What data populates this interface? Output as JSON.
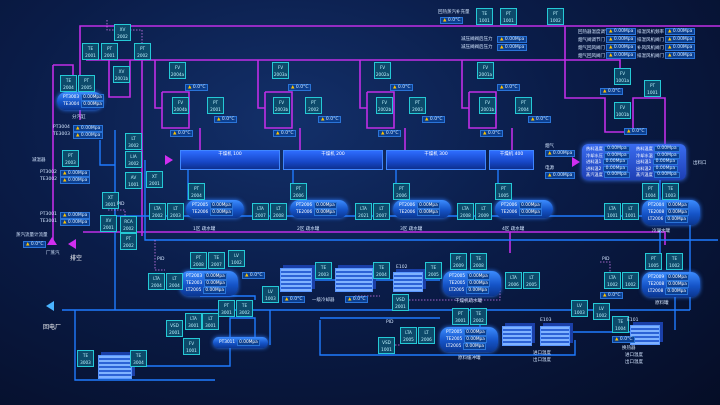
{
  "labels": {
    "steam_makeup": "回热蒸汽补充量",
    "reducer_p1": "减压阀阀后压力",
    "reducer_p2": "减压阀阀后压力",
    "desuperheater": "减温器",
    "header": "分汽缸",
    "steam_flow": "蒸汽流量计流量",
    "plant_steam": "厂蒸汽",
    "vent": "排空",
    "return_plant": "回电厂",
    "flue": "烟气",
    "power": "电源",
    "outlet": "出料口",
    "pid1": "PID",
    "pid2": "PID",
    "pid3": "PID",
    "pid4": "PID",
    "e102": "E102",
    "e103": "E103",
    "e101": "E101",
    "inlet_temp1": "进口温度",
    "outlet_temp1": "出口温度",
    "inlet_temp2": "进口温度",
    "outlet_temp2": "出口温度",
    "tank1": "1区 疏水罐",
    "tank2": "2区 疏水罐",
    "tank3": "3区 疏水罐",
    "tank4": "4区 疏水罐",
    "cond_tank": "冷凝水罐",
    "cooler_label": "一级冷却器",
    "dryer_drain": "干燥机疏水罐",
    "raw_buffer": "原料缓冲罐",
    "raw_tank": "原料罐",
    "e101_sub": "换热器"
  },
  "dryers": [
    "干燥机 100",
    "干燥机 200",
    "干燥机 300",
    "干燥机 400"
  ],
  "top_params": [
    {
      "name": "回热器温度调节",
      "value": "0.00Mpa"
    },
    {
      "name": "烟气阀调节门",
      "value": "0.00Mpa"
    },
    {
      "name": "烟气回风阀门",
      "value": "0.00Mpa"
    },
    {
      "name": "烟气回风阀门",
      "value": "0.00Mpa"
    },
    {
      "name": "排湿风机频率",
      "value": "0.00Mpa"
    },
    {
      "name": "排湿风机阀门",
      "value": "0.00Mpa"
    },
    {
      "name": "补风风机阀门",
      "value": "0.00Mpa"
    },
    {
      "name": "排湿风机阀门",
      "value": "0.00Mpa"
    }
  ],
  "hx_rows": [
    {
      "name": "热料温度",
      "value": "0.00Mpa"
    },
    {
      "name": "冷却水压",
      "value": "0.00Mpa"
    },
    {
      "name": "进料温1",
      "value": "0.00Mpa"
    },
    {
      "name": "进料温2",
      "value": "0.00Mpa"
    },
    {
      "name": "蒸汽温度",
      "value": "0.00Mpa"
    },
    {
      "name": "热料温度",
      "value": "0.00Mpa"
    },
    {
      "name": "冷却水温",
      "value": "0.00Mpa"
    },
    {
      "name": "出料温1",
      "value": "0.00Mpa"
    },
    {
      "name": "出料温2",
      "value": "0.00Mpa"
    },
    {
      "name": "蒸汽温度",
      "value": "0.00Mpa"
    }
  ],
  "tags": [
    [
      "TE",
      "2001"
    ],
    [
      "PT",
      "2001"
    ],
    [
      "XV",
      "2002"
    ],
    [
      "PT",
      "2002"
    ],
    [
      "XV",
      "2001b"
    ],
    [
      "TE",
      "2004"
    ],
    [
      "PT",
      "2005"
    ],
    [
      "TE",
      "1001"
    ],
    [
      "PT",
      "1001"
    ],
    [
      "PT",
      "1002"
    ],
    [
      "FV",
      "2004a"
    ],
    [
      "FV",
      "2004b"
    ],
    [
      "PT",
      "2001"
    ],
    [
      "FV",
      "2003a"
    ],
    [
      "FV",
      "2003b"
    ],
    [
      "PT",
      "2002"
    ],
    [
      "FV",
      "2002a"
    ],
    [
      "FV",
      "2002b"
    ],
    [
      "PT",
      "2003"
    ],
    [
      "FV",
      "2001a"
    ],
    [
      "FV",
      "2001b"
    ],
    [
      "PT",
      "2004"
    ],
    [
      "FV",
      "1001a"
    ],
    [
      "FV",
      "1001b"
    ],
    [
      "PT",
      "1001"
    ],
    [
      "LT",
      "3002"
    ],
    [
      "LIA",
      "3002"
    ],
    [
      "XT",
      "2001"
    ],
    [
      "XT",
      "3001"
    ],
    [
      "XV",
      "2001"
    ],
    [
      "AV",
      "1001"
    ],
    [
      "RCA",
      "2002"
    ],
    [
      "PT",
      "2002"
    ],
    [
      "PT",
      "2003"
    ],
    [
      "PT",
      "2004"
    ],
    [
      "LTA",
      "2002"
    ],
    [
      "LT",
      "2003"
    ],
    [
      "PT",
      "2006"
    ],
    [
      "LTA",
      "2007"
    ],
    [
      "LT",
      "2008"
    ],
    [
      "PT",
      "2006"
    ],
    [
      "LTA",
      "2021"
    ],
    [
      "LT",
      "2007"
    ],
    [
      "PT",
      "1005"
    ],
    [
      "LTA",
      "2008"
    ],
    [
      "LT",
      "2009"
    ],
    [
      "LTA",
      "1001"
    ],
    [
      "LT",
      "1001"
    ],
    [
      "PT",
      "1004"
    ],
    [
      "TE",
      "1003"
    ],
    [
      "PT",
      "2008"
    ],
    [
      "TE",
      "2007"
    ],
    [
      "LV",
      "1002"
    ],
    [
      "LTA",
      "2004"
    ],
    [
      "LT",
      "2004"
    ],
    [
      "LV",
      "1003"
    ],
    [
      "TE",
      "2003"
    ],
    [
      "TE",
      "2004"
    ],
    [
      "TE",
      "2005"
    ],
    [
      "PT",
      "2009"
    ],
    [
      "TE",
      "2008"
    ],
    [
      "LTA",
      "2006"
    ],
    [
      "LT",
      "2005"
    ],
    [
      "PT",
      "3001"
    ],
    [
      "TE",
      "2002"
    ],
    [
      "LTA",
      "2005"
    ],
    [
      "LT",
      "2006"
    ],
    [
      "VSD",
      "2001"
    ],
    [
      "VSD",
      "1001"
    ],
    [
      "LV",
      "1003"
    ],
    [
      "LV",
      "1002"
    ],
    [
      "TE",
      "1004"
    ],
    [
      "PT",
      "1005"
    ],
    [
      "TE",
      "1002"
    ],
    [
      "LTA",
      "1002"
    ],
    [
      "LT",
      "1002"
    ],
    [
      "TE",
      "3003"
    ],
    [
      "TE",
      "3004"
    ],
    [
      "VSD",
      "2001"
    ],
    [
      "FV",
      "1001"
    ],
    [
      "LTA",
      "3001"
    ],
    [
      "LT",
      "3001"
    ],
    [
      "PT",
      "3001"
    ],
    [
      "TE",
      "3002"
    ]
  ],
  "readouts": [
    [
      "",
      "0.0°C"
    ],
    [
      "减压阀阀后压力",
      "0.00Mpa"
    ],
    [
      "减压阀阀后压力",
      "0.00Mpa"
    ],
    [
      "PT3004",
      "0.00Mpa"
    ],
    [
      "TE3003",
      "0.00Mpa"
    ],
    [
      "PT3002",
      "0.00Mpa"
    ],
    [
      "TE3002",
      "0.00Mpa"
    ],
    [
      "PT3001",
      "0.00Mpa"
    ],
    [
      "TE3001",
      "0.00Mpa"
    ],
    [
      "",
      "0.0°C"
    ],
    [
      "",
      "0.0°C"
    ],
    [
      "",
      "0.0°C"
    ],
    [
      "",
      "0.0°C"
    ],
    [
      "",
      "0.0°C"
    ],
    [
      "",
      "0.0°C"
    ],
    [
      "",
      "0.0°C"
    ],
    [
      "",
      "0.0°C"
    ],
    [
      "",
      "0.0°C"
    ],
    [
      "",
      "0.0°C"
    ],
    [
      "",
      "0.0°C"
    ],
    [
      "",
      "0.0°C"
    ],
    [
      "",
      "0.0°C"
    ],
    [
      "",
      "0.0°C"
    ],
    [
      "",
      "0.0°C"
    ],
    [
      "",
      "0.0°C"
    ],
    [
      "",
      "0.0°C"
    ],
    [
      "",
      "0.0°C"
    ],
    [
      "",
      "0.0°C"
    ],
    [
      "",
      "0.0°C"
    ],
    [
      "",
      "0.00Mpa"
    ],
    [
      "",
      "0.00Mpa"
    ]
  ],
  "tanks": [
    [
      [
        "PT3003",
        "0.00Mpa"
      ],
      [
        "TE3004",
        "0.00Mpa"
      ]
    ],
    [
      [
        "PT2005",
        "0.00Mpa"
      ],
      [
        "TE2006",
        "0.00Mpa"
      ]
    ],
    [
      [
        "PT2006",
        "0.00Mpa"
      ],
      [
        "TE2006",
        "0.00Mpa"
      ]
    ],
    [
      [
        "PT2006",
        "0.00Mpa"
      ],
      [
        "TE2006",
        "0.00Mpa"
      ]
    ],
    [
      [
        "PT2006",
        "0.00Mpa"
      ],
      [
        "TE2006",
        "0.00Mpa"
      ]
    ],
    [
      [
        "PT2004",
        "0.00Mpa"
      ],
      [
        "TE2008",
        "0.00Mpa"
      ],
      [
        "LT2006",
        "0.00Mpa"
      ]
    ],
    [
      [
        "PT2003",
        "0.00Mpa"
      ],
      [
        "TE2003",
        "0.00Mpa"
      ],
      [
        "LT2005",
        "0.00Mpa"
      ]
    ],
    [
      [
        "PT2005",
        "0.00Mpa"
      ],
      [
        "TE2005",
        "0.00Mpa"
      ],
      [
        "LT2005",
        "0.00Mpa"
      ]
    ],
    [
      [
        "PT2005",
        "0.00Mpa"
      ],
      [
        "TE2005",
        "0.00Mpa"
      ],
      [
        "LT2005",
        "0.00Mpa"
      ]
    ],
    [
      [
        "PT2009",
        "0.00Mpa"
      ],
      [
        "TE2008",
        "0.00Mpa"
      ],
      [
        "LT2008",
        "0.00Mpa"
      ]
    ],
    [
      [
        "PT3011",
        "0.00Mpa"
      ]
    ]
  ],
  "colors": {
    "steam": "#c02ee6",
    "water": "#1f7bff",
    "tag_border": "#25c9d6",
    "alarm": "#ffc400"
  }
}
